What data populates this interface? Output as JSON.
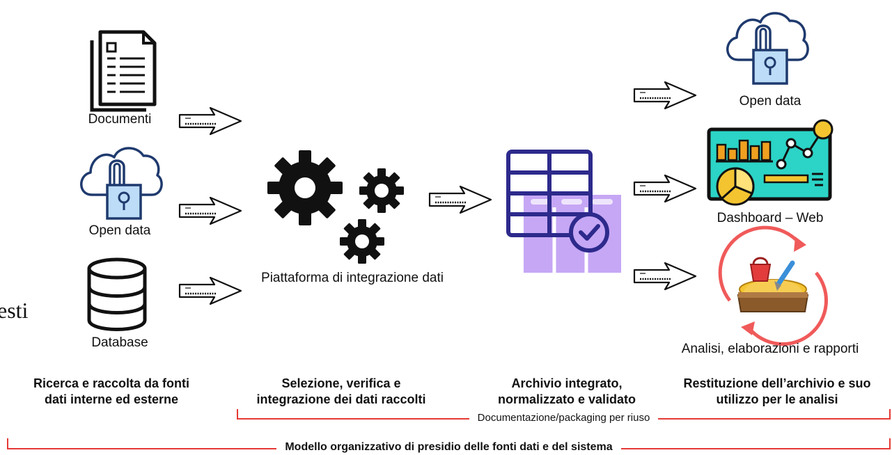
{
  "sources": {
    "documents_label": "Documenti",
    "open_data_label": "Open data",
    "database_label": "Database"
  },
  "partial_text": "esti",
  "platform_label": "Piattaforma di integrazione dati",
  "outputs": {
    "open_data_label": "Open data",
    "dashboard_label": "Dashboard – Web",
    "analysis_label": "Analisi, elaborazioni e rapporti"
  },
  "stages": [
    {
      "line1": "Ricerca e raccolta da fonti",
      "line2": "dati interne ed esterne"
    },
    {
      "line1": "Selezione, verifica e",
      "line2": "integrazione dei dati raccolti"
    },
    {
      "line1": "Archivio integrato,",
      "line2": "normalizzato e validato"
    },
    {
      "line1": "Restituzione dell’archivio e suo",
      "line2": "utilizzo per le analisi"
    }
  ],
  "brackets": {
    "documentation": "Documentazione/packaging per riuso",
    "organizational_model": "Modello organizzativo di presidio delle fonti dati e del sistema"
  },
  "colors": {
    "cloud_stroke": "#1f3a6e",
    "lock_fill": "#bcdcf7",
    "archive_purple": "#c6a7f5",
    "table_stroke": "#2d2a8c",
    "bracket_red": "#e53935",
    "dashboard_teal": "#2bd4c6",
    "dashboard_orange": "#f0a020",
    "pie_yellow": "#f4c430",
    "cycle_red": "#f05a5a"
  }
}
